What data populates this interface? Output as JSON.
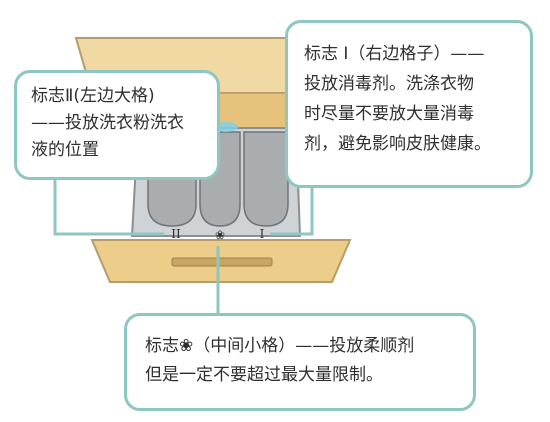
{
  "colors": {
    "panel_top": "#f1d9a3",
    "panel_front": "#eccd8a",
    "panel_outline": "#b59c6a",
    "drawer_interior": "#cfd3d6",
    "compartment_fill": "#a9adb0",
    "callout_border": "#8ec7c1",
    "connector_line": "#8ec7c1",
    "text": "#2f2f2f"
  },
  "drawer": {
    "compartment_labels": {
      "left": "II",
      "middle": "❀",
      "right": "I"
    }
  },
  "callouts": {
    "left": {
      "lines": [
        "标志Ⅱ(左边大格)",
        "——投放洗衣粉洗衣",
        "液的位置"
      ]
    },
    "right": {
      "lines": [
        "标志 I（右边格子）——",
        "投放消毒剂。洗涤衣物",
        "时尽量不要放大量消毒",
        "剂，避免影响皮肤健康。"
      ]
    },
    "bottom": {
      "lines": [
        "标志❀（中间小格）——投放柔顺剂",
        "但是一定不要超过最大量限制。"
      ]
    }
  }
}
